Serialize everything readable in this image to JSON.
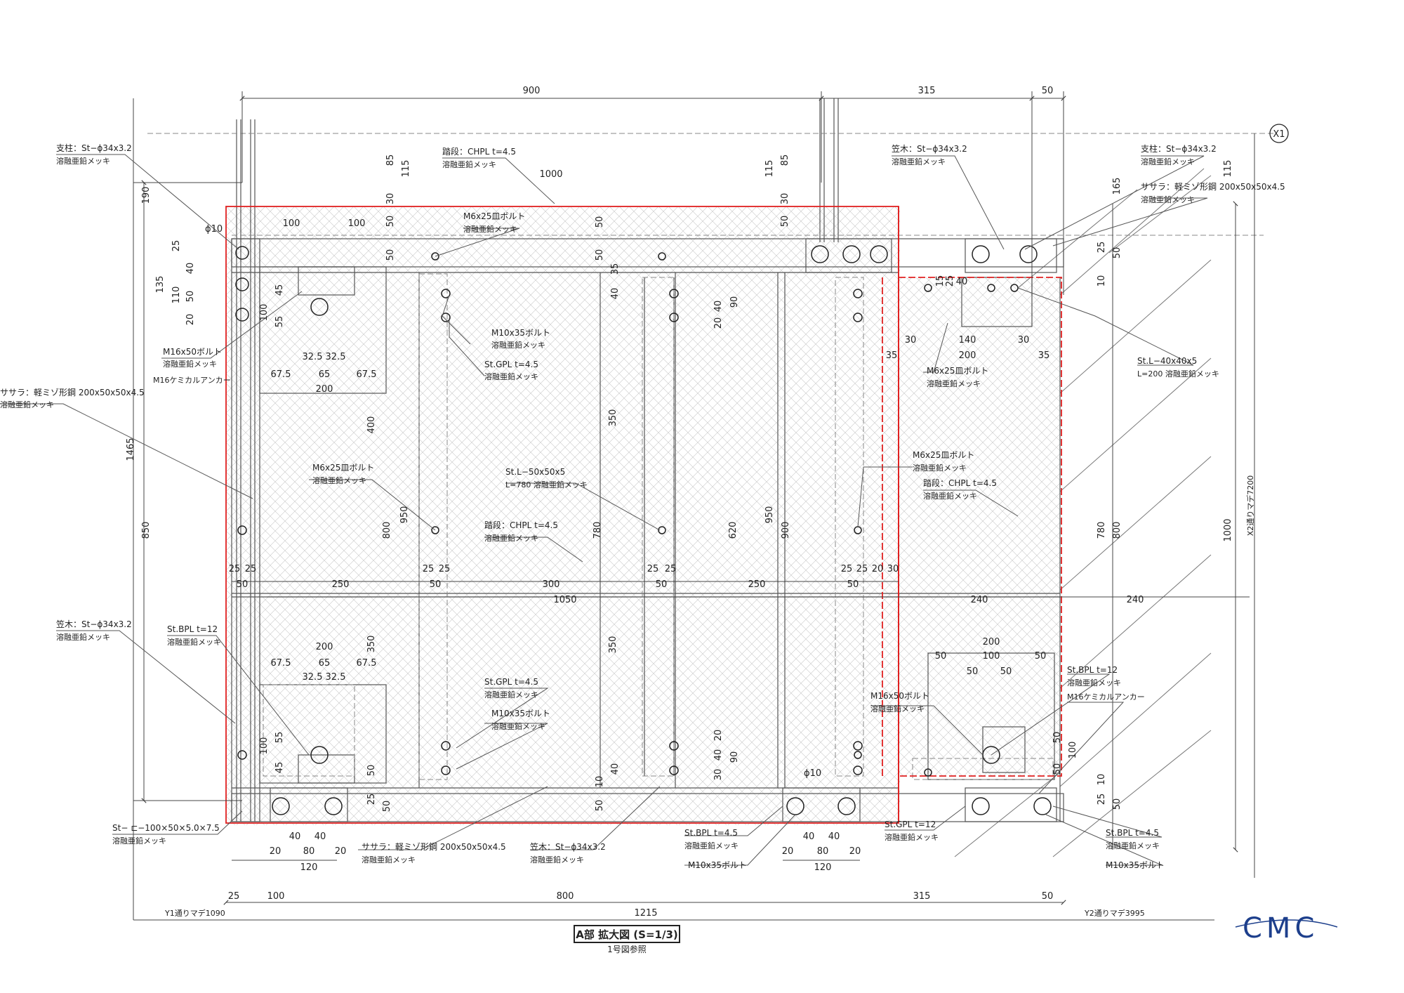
{
  "drawing": {
    "title": "A部 拡大図 (S=1/3)",
    "subtitle": "1号図参照",
    "logo": "CMC",
    "grid_bubble": "X1",
    "colors": {
      "outline": "#e02020",
      "line": "#333333",
      "fine": "#9a9a9a",
      "logo": "#1d3f8c"
    }
  },
  "dims": {
    "top": [
      "900",
      "315",
      "50"
    ],
    "bottom1": [
      "25",
      "100",
      "800",
      "315",
      "50"
    ],
    "bottom2": [
      "1215"
    ],
    "y1_ref": "Y1通りマデ1090",
    "y2_ref": "Y2通りマデ3995",
    "x2_ref": "X2通りマデ7200",
    "left_190": "190",
    "left_1465": "1465",
    "left_850": "850",
    "left_135": "135",
    "left_25": "25",
    "left_40": "40",
    "left_110": "110",
    "left_50": "50",
    "left_20": "20",
    "phi10": "ϕ10",
    "phi10b": "ϕ10",
    "top_85a": "85",
    "top_115a": "115",
    "top_30a": "30",
    "top_50a": "50",
    "top_50b": "50",
    "top_115b": "115",
    "top_85b": "85",
    "top_30b": "30",
    "top_50c": "50",
    "top_1000": "1000",
    "bp_100a": "100",
    "bp_100b": "100",
    "bp_45": "45",
    "bp_100c": "100",
    "bp_55": "55",
    "bp_325a": "32.5",
    "bp_325b": "32.5",
    "bp_675a": "67.5",
    "bp_65": "65",
    "bp_675b": "67.5",
    "bp_200": "200",
    "v400": "400",
    "v800a": "800",
    "v950a": "950",
    "v350a": "350",
    "v780a": "780",
    "v620": "620",
    "v950b": "950",
    "v900": "900",
    "v350b": "350",
    "v350c": "350",
    "v50a": "50",
    "v50b": "50",
    "v35": "35",
    "v40a": "40",
    "v40b": "40",
    "v90a": "90",
    "v20a": "20",
    "h25a": "25",
    "h25b": "25",
    "h250a": "250",
    "h50a": "50",
    "h25c": "25",
    "h25d": "25",
    "h300": "300",
    "h50b": "50",
    "h25e": "25",
    "h25f": "25",
    "h250b": "250",
    "h50c": "50",
    "h25g": "25",
    "h25h": "25",
    "h20": "20",
    "h30": "30",
    "h50d": "50",
    "h1050": "1050",
    "h240a": "240",
    "h240b": "240",
    "bp2_200": "200",
    "bp2_675a": "67.5",
    "bp2_65": "65",
    "bp2_675b": "67.5",
    "bp2_325a": "32.5",
    "bp2_325b": "32.5",
    "bp2_55": "55",
    "bp2_100": "100",
    "bp2_45": "45",
    "v50e": "50",
    "v25a": "25",
    "v50f": "50",
    "v40c": "40",
    "v20b": "20",
    "v40d": "40",
    "v90b": "90",
    "v30a": "30",
    "v10a": "10",
    "v50g": "50",
    "b40a": "40",
    "b40b": "40",
    "b20a": "20",
    "b80a": "80",
    "b20b": "20",
    "b120a": "120",
    "b40c": "40",
    "b40d": "40",
    "b20c": "20",
    "b80b": "80",
    "b20d": "20",
    "b120b": "120",
    "r15": "15",
    "r25": "25",
    "r40": "40",
    "r30a": "30",
    "r140": "140",
    "r30b": "30",
    "r35a": "35",
    "r200": "200",
    "r35b": "35",
    "r10a": "10",
    "r25b": "25",
    "r50a": "50",
    "r165": "165",
    "r115": "115",
    "r780": "780",
    "r800": "800",
    "r1000": "1000",
    "r200b": "200",
    "r50b": "50",
    "r100a": "100",
    "r50c": "50",
    "r50d": "50",
    "r50e": "50",
    "r50f": "50",
    "r100b": "100",
    "r50g": "50",
    "r10b": "10",
    "r25c": "25",
    "r50h": "50"
  },
  "notes": {
    "n1a": "支柱：St−ϕ34x3.2",
    "n1b": "溶融亜鉛メッキ",
    "n2a": "踏段：CHPL t=4.5",
    "n2b": "溶融亜鉛メッキ",
    "n3a": "笠木：St−ϕ34x3.2",
    "n3b": "溶融亜鉛メッキ",
    "n4a": "支柱：St−ϕ34x3.2",
    "n4b": "溶融亜鉛メッキ",
    "n5a": "ササラ：軽ミゾ形鋼 200x50x50x4.5",
    "n5b": "溶融亜鉛メッキ",
    "n6a": "M6x25皿ボルト",
    "n6b": "溶融亜鉛メッキ",
    "n7a": "M16x50ボルト",
    "n7b": "溶融亜鉛メッキ",
    "n7c": "M16ケミカルアンカー",
    "n8a": "M10x35ボルト",
    "n8b": "溶融亜鉛メッキ",
    "n9a": "St.GPL t=4.5",
    "n9b": "溶融亜鉛メッキ",
    "n10a": "ササラ：軽ミゾ形鋼 200x50x50x4.5",
    "n10b": "溶融亜鉛メッキ",
    "n11a": "M6x25皿ボルト",
    "n11b": "溶融亜鉛メッキ",
    "n12a": "St.L−50x50x5",
    "n12b": "L=780 溶融亜鉛メッキ",
    "n13a": "踏段：CHPL t=4.5",
    "n13b": "溶融亜鉛メッキ",
    "n14a": "M6x25皿ボルト",
    "n14b": "溶融亜鉛メッキ",
    "n15a": "踏段：CHPL t=4.5",
    "n15b": "溶融亜鉛メッキ",
    "n16a": "M6x25皿ボルト",
    "n16b": "溶融亜鉛メッキ",
    "n17a": "St.L−40x40x5",
    "n17b": "L=200 溶融亜鉛メッキ",
    "n18a": "笠木：St−ϕ34x3.2",
    "n18b": "溶融亜鉛メッキ",
    "n19a": "St.BPL t=12",
    "n19b": "溶融亜鉛メッキ",
    "n20a": "St.GPL t=4.5",
    "n20b": "溶融亜鉛メッキ",
    "n21a": "M10x35ボルト",
    "n21b": "溶融亜鉛メッキ",
    "n22a": "St.BPL t=12",
    "n22b": "溶融亜鉛メッキ",
    "n22c": "M16ケミカルアンカー",
    "n23a": "M16x50ボルト",
    "n23b": "溶融亜鉛メッキ",
    "n24a": "St− ⊏−100×50×5.0×7.5",
    "n24b": "溶融亜鉛メッキ",
    "n25a": "ササラ：軽ミゾ形鋼 200x50x50x4.5",
    "n25b": "溶融亜鉛メッキ",
    "n26a": "笠木：St−ϕ34x3.2",
    "n26b": "溶融亜鉛メッキ",
    "n27a": "St.BPL t=4.5",
    "n27b": "溶融亜鉛メッキ",
    "n27c": "M10x35ボルト",
    "n28a": "St.GPL t=12",
    "n28b": "溶融亜鉛メッキ",
    "n29a": "St.BPL t=4.5",
    "n29b": "溶融亜鉛メッキ",
    "n29c": "M10x35ボルト"
  }
}
